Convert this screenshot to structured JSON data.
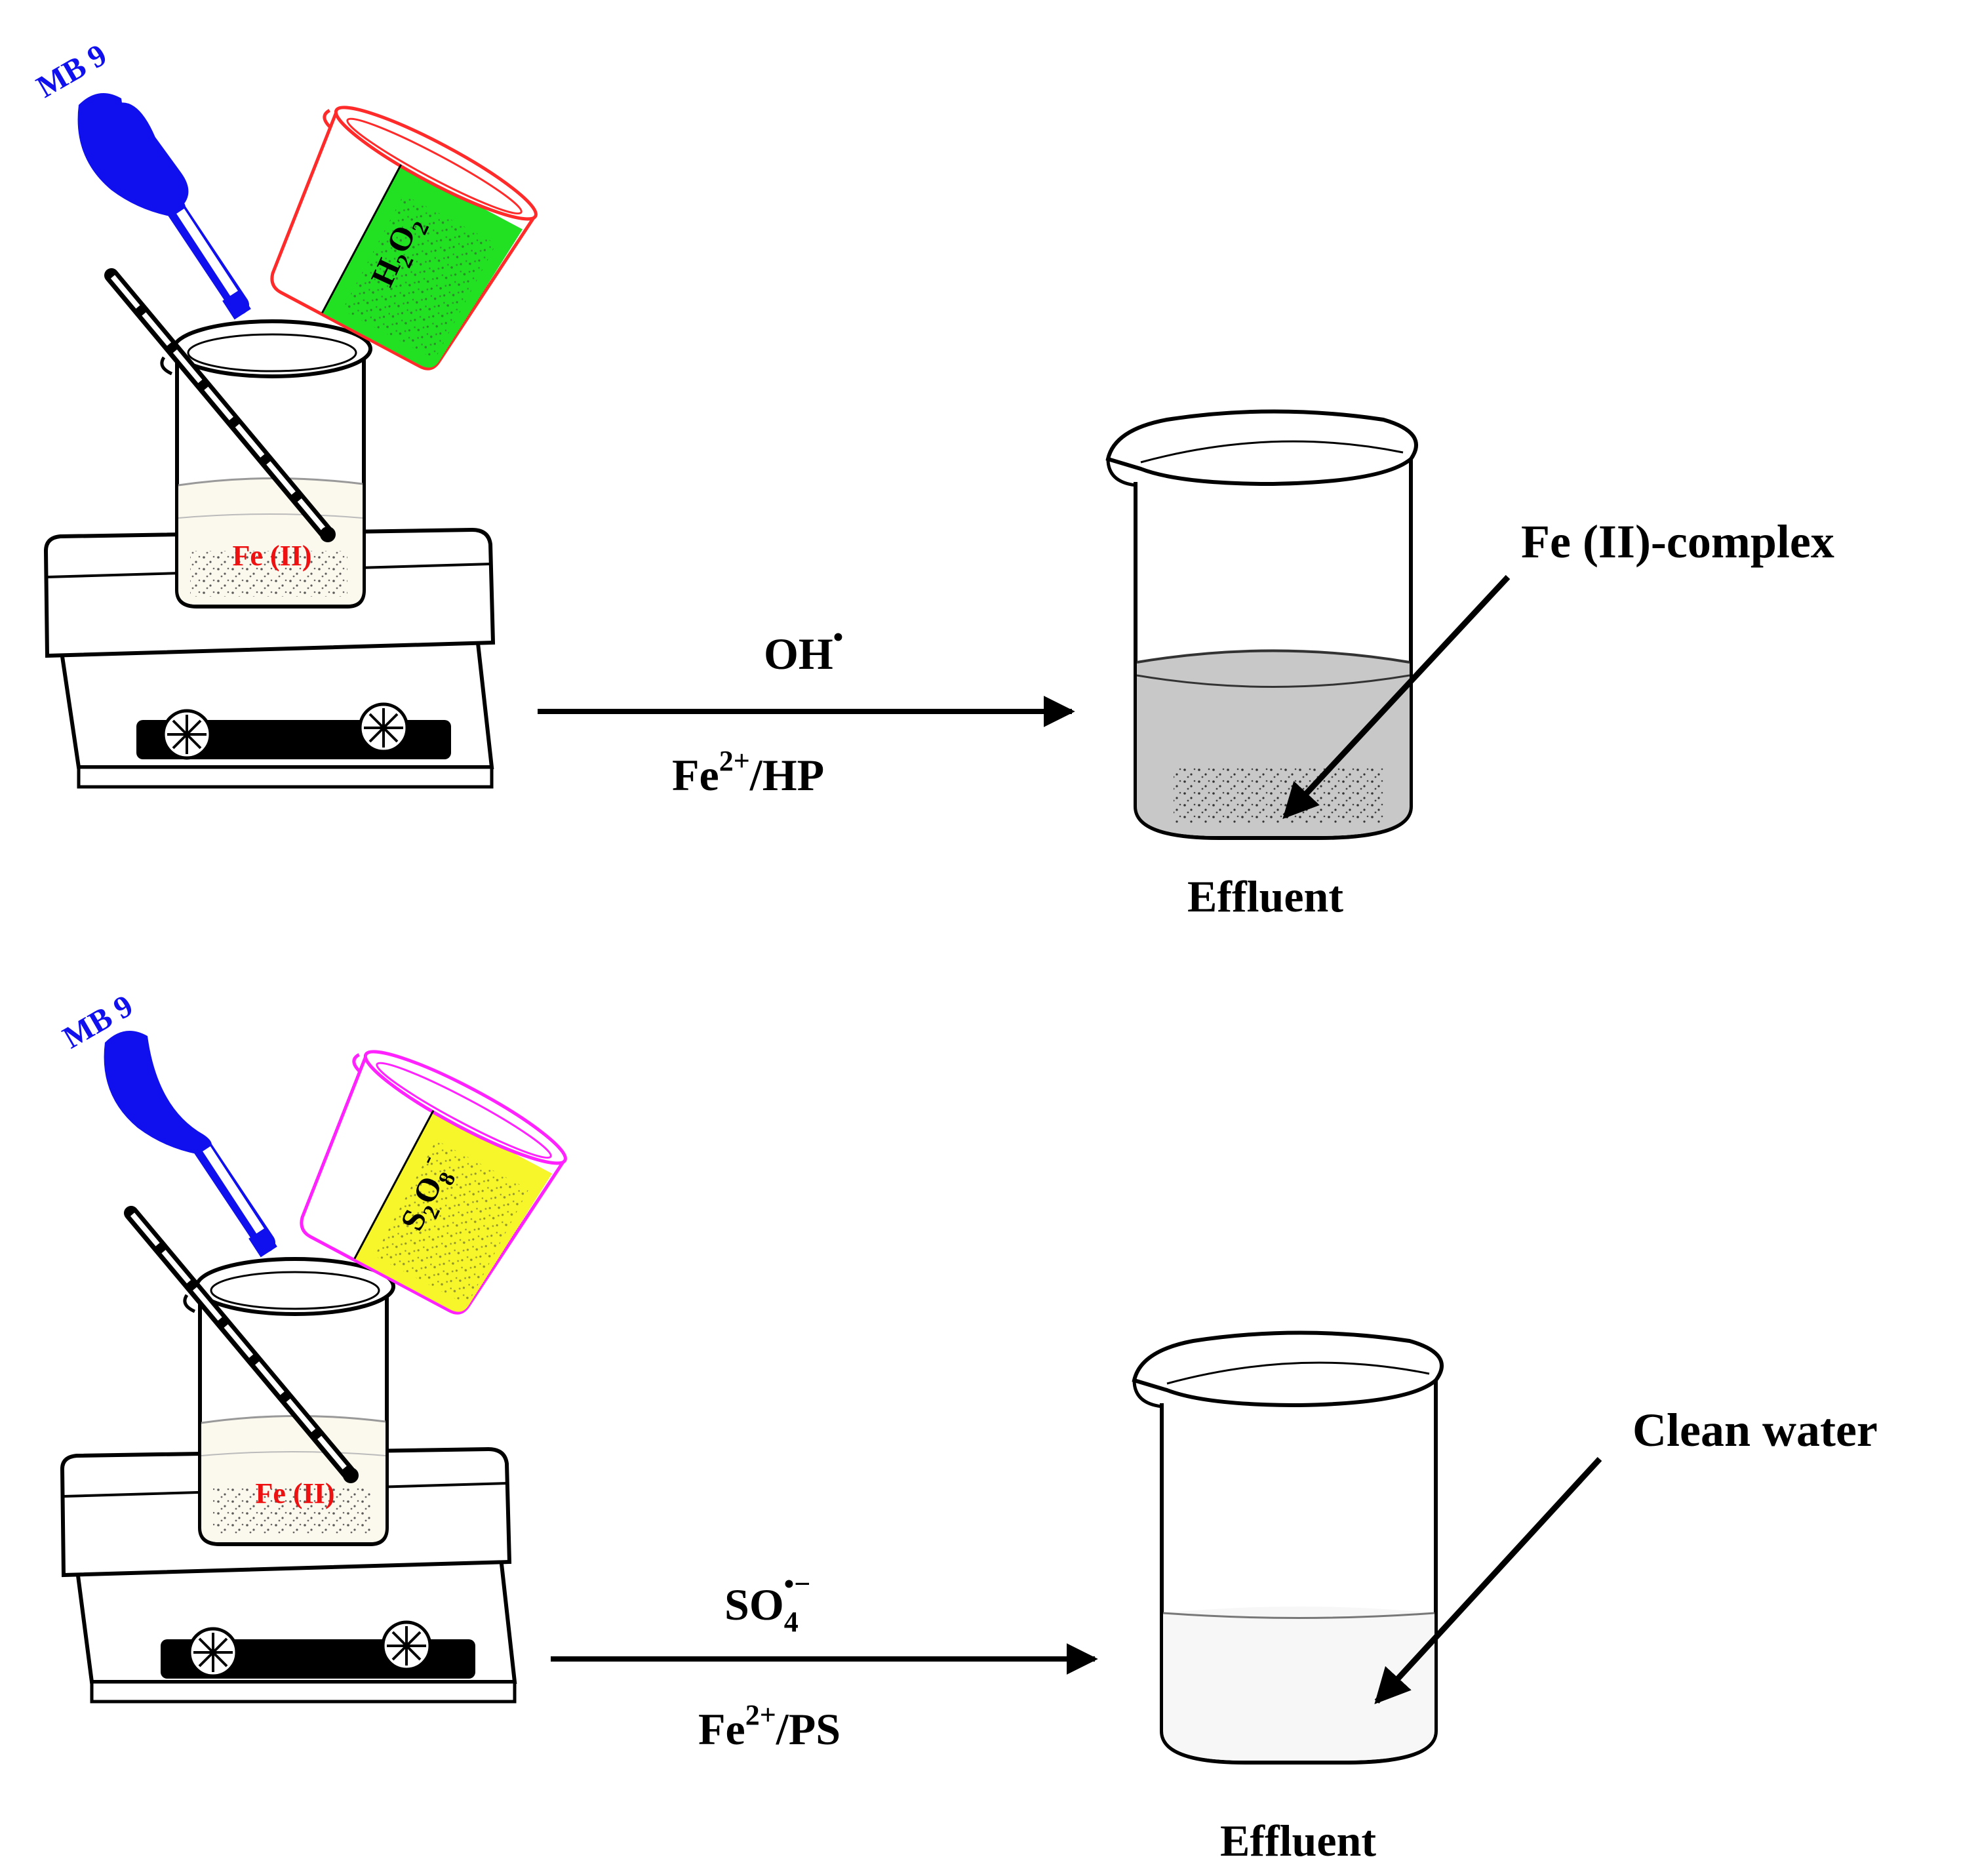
{
  "colors": {
    "stroke": "#000000",
    "dropper": "#1010ee",
    "h2o2_beaker_outline": "#ff2a2a",
    "h2o2_liquid": "#22e022",
    "ps_beaker_outline": "#ff22ff",
    "ps_liquid": "#f6f62a",
    "fe_label": "#ee1111",
    "fe_solution": "#fbf8ee",
    "effluent_complex_liquid": "#c8c8c8",
    "effluent_clean_liquid": "#f7f7f7"
  },
  "icons": [
    "dropper-icon",
    "beaker-icon",
    "hot-plate-stirrer-icon",
    "stir-rod-icon",
    "reaction-arrow-icon",
    "pointer-arrow-icon"
  ],
  "top": {
    "dropper_label": "MB 9",
    "oxidant_label": {
      "base": "H",
      "sub1": "2",
      "mid": "O",
      "sub2": "2"
    },
    "catalyst_label": "Fe (II)",
    "radical": {
      "base": "OH",
      "dot": "•"
    },
    "system": {
      "base": "Fe",
      "sup": "2+",
      "rest": "/HP"
    },
    "product_label": "Fe (II)-complex",
    "effluent_label": "Effluent"
  },
  "bottom": {
    "dropper_label": "MB 9",
    "oxidant_label": {
      "base": "S",
      "sub1": "2",
      "mid": "O",
      "sub2": "8",
      "sup": "-"
    },
    "catalyst_label": "Fe (II)",
    "radical": {
      "base": "SO",
      "sub": "4",
      "sup": "•−"
    },
    "system": {
      "base": "Fe",
      "sup": "2+",
      "rest": "/PS"
    },
    "product_label": "Clean water",
    "effluent_label": "Effluent"
  }
}
